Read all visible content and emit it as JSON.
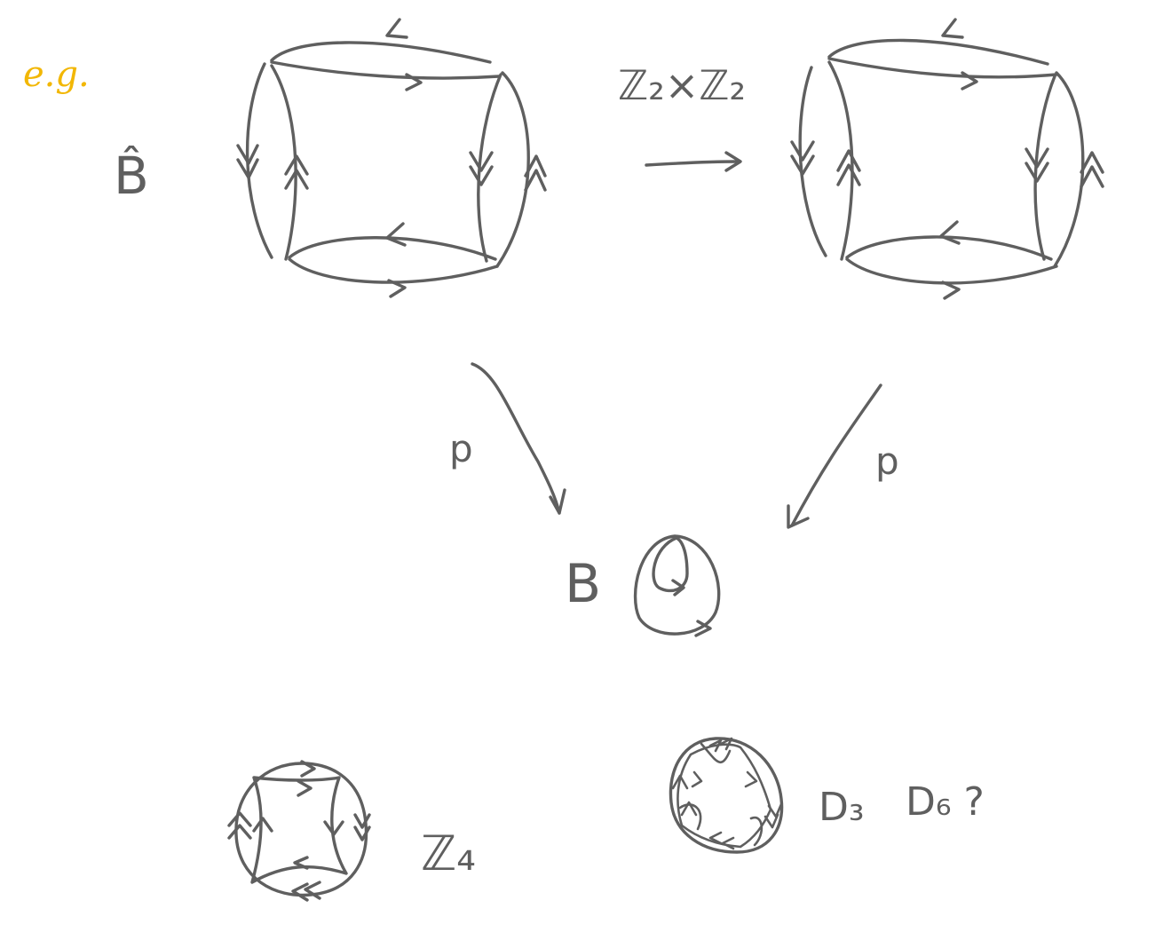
{
  "colors": {
    "ink": "#5f5f5f",
    "accent": "#f2b705",
    "background": "#ffffff"
  },
  "labels": {
    "eg": "e.g.",
    "b_hat": "B̂",
    "group_top": "ℤ₂×ℤ₂",
    "p_left": "p",
    "p_right": "p",
    "b_base": "B",
    "z4": "ℤ₄",
    "d3": "D₃",
    "d6": "D₆ ?"
  }
}
